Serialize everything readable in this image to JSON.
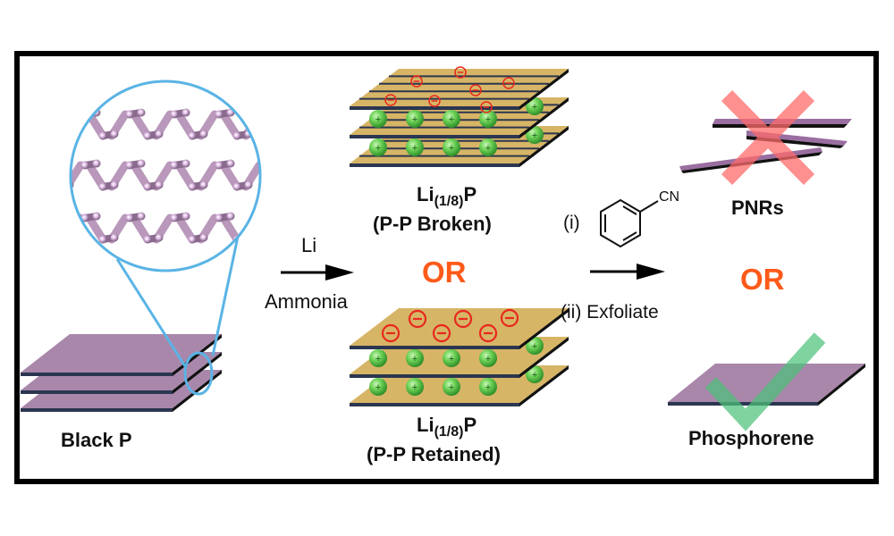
{
  "figure": {
    "type": "reaction-scheme",
    "colors": {
      "frame": "#000000",
      "black_p_sheet": "#a987aa",
      "sheet_edge": "#2b3650",
      "intercalated_sheet": "#d7b566",
      "magnifier": "#5ab4e5",
      "anion": "#e8281e",
      "cation": "#5fcf4a",
      "or_text": "#ff5a1a",
      "cross": "#ff6b6b",
      "check": "#4cc27a",
      "ribbon": "#9a6ea0"
    }
  },
  "reactant": {
    "label": "Black P",
    "zoom_inset": "puckered-phosphorene-layers",
    "layer_count": 3
  },
  "step1": {
    "reagent_top": "Li",
    "reagent_bottom": "Ammonia"
  },
  "intermediates": {
    "broken": {
      "formula_main": "Li",
      "formula_sub": "(1/8)",
      "formula_tail": "P",
      "note": "(P-P Broken)",
      "layer_count": 3,
      "anion_count": 7,
      "cation_count": 10
    },
    "or_label": "OR",
    "retained": {
      "formula_main": "Li",
      "formula_sub": "(1/8)",
      "formula_tail": "P",
      "note": "(P-P Retained)",
      "layer_count": 3,
      "anion_count": 6,
      "cation_count": 10
    }
  },
  "step2": {
    "reagent_i_prefix": "(i)",
    "reagent_i_group": "CN",
    "reagent_i_name": "benzonitrile",
    "reagent_ii": "(ii) Exfoliate"
  },
  "products": {
    "pnrs": {
      "label": "PNRs",
      "status": "rejected",
      "status_icon": "cross-icon"
    },
    "or_label": "OR",
    "phosphorene": {
      "label": "Phosphorene",
      "status": "accepted",
      "status_icon": "check-icon"
    }
  }
}
